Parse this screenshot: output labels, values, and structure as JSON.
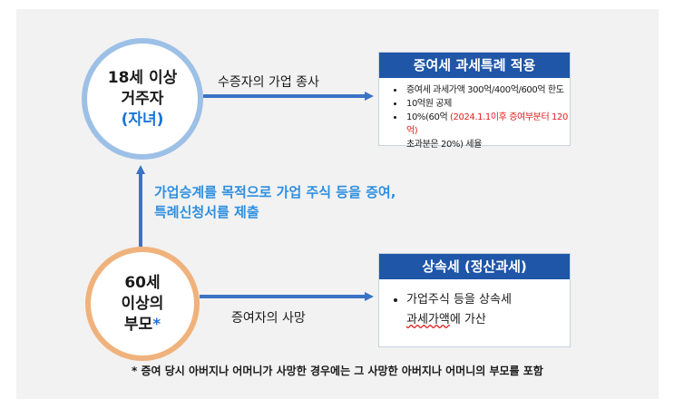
{
  "top_circle": {
    "line1": "18세 이상",
    "line2": "거주자",
    "line3": "(자녀)"
  },
  "bottom_circle": {
    "line1": "60세",
    "line2": "이상의",
    "line3": "부모",
    "star": "*"
  },
  "arrow_top_label": "수증자의 가업 종사",
  "arrow_bottom_label": "증여자의 사망",
  "transfer_text": {
    "line1": "가업승계를 목적으로 가업 주식 등을 증여,",
    "line2": "특례신청서를 제출"
  },
  "box_gift": {
    "title": "증여세 과세특례 적용",
    "item1": "증여세 과세가액 300억/400억/600억 한도",
    "item2": "10억원 공제",
    "item3_prefix": "10%(60억 ",
    "item3_red": "(2024.1.1이후 증여부분터 120억)",
    "item3_cont": "초과분은 20%) 세율"
  },
  "box_inherit": {
    "title": "상속세 (정산과세)",
    "item1_line1": "가업주식 등을 상속세",
    "item1_line2_a": "과세가액",
    "item1_line2_b": "에 가산"
  },
  "footnote": "* 증여 당시 아버지나 어머니가 사망한 경우에는 그 사망한 아버지나 어머니의 부모를 포함",
  "colors": {
    "panel_bg": "#f2f2f2",
    "box_header": "#1f56a8",
    "top_circle_border": "#9dc0e6",
    "bottom_circle_border": "#f0b27c",
    "arrow": "#3b73c4",
    "highlight_blue": "#2e8fe0",
    "highlight_red": "#e02020"
  }
}
